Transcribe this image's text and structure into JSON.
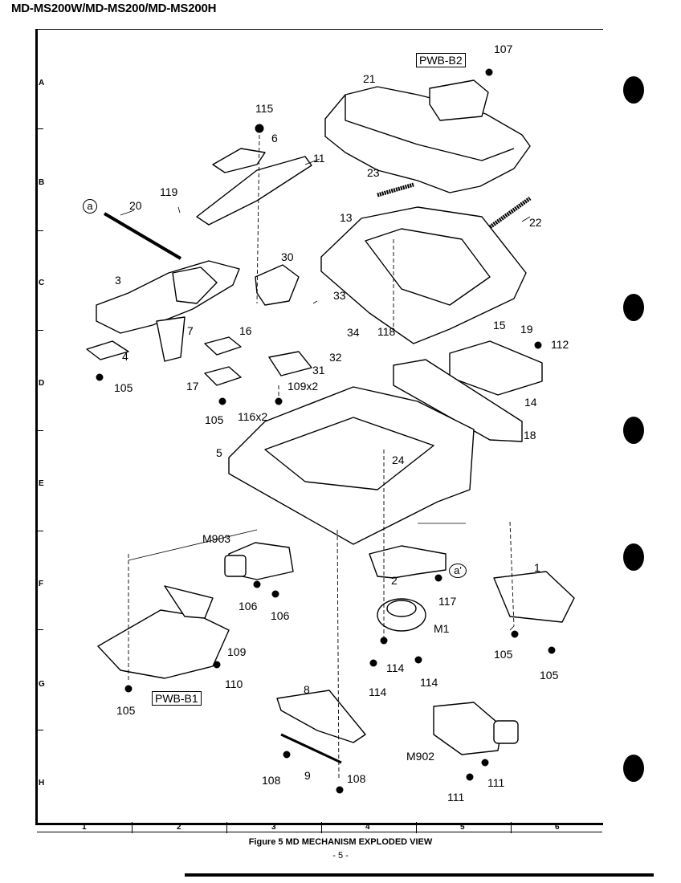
{
  "header": {
    "title": "MD-MS200W/MD-MS200/MD-MS200H"
  },
  "grid": {
    "rows": [
      "A",
      "B",
      "C",
      "D",
      "E",
      "F",
      "G",
      "H"
    ],
    "columns": [
      "1",
      "2",
      "3",
      "4",
      "5",
      "6"
    ]
  },
  "caption": "Figure 5 MD MECHANISM  EXPLODED VIEW",
  "page_number": "- 5 -",
  "labels": {
    "pwb_b2": "PWB-B2",
    "pwb_b1": "PWB-B1",
    "a": "a",
    "a_prime": "a'",
    "p107": "107",
    "p21": "21",
    "p115": "115",
    "p6": "6",
    "p11": "11",
    "p119": "119",
    "p20": "20",
    "p23": "23",
    "p13": "13",
    "p22": "22",
    "p30": "30",
    "p3": "3",
    "p33": "33",
    "p34": "34",
    "p118": "118",
    "p15": "15",
    "p19": "19",
    "p112": "112",
    "p16": "16",
    "p7": "7",
    "p4": "4",
    "p32": "32",
    "p31": "31",
    "p105a": "105",
    "p17": "17",
    "p109x2": "109x2",
    "p14": "14",
    "p105b": "105",
    "p116x2": "116x2",
    "p18": "18",
    "p5": "5",
    "p24": "24",
    "pM903": "M903",
    "p2": "2",
    "p117": "117",
    "p1": "1",
    "p106a": "106",
    "p106b": "106",
    "pM1": "M1",
    "p109": "109",
    "p110": "110",
    "p114a": "114",
    "p114b": "114",
    "p114c": "114",
    "p105c": "105",
    "p105d": "105",
    "p105e": "105",
    "p8": "8",
    "pM902": "M902",
    "p108a": "108",
    "p9": "9",
    "p108b": "108",
    "p111a": "111",
    "p111b": "111"
  }
}
